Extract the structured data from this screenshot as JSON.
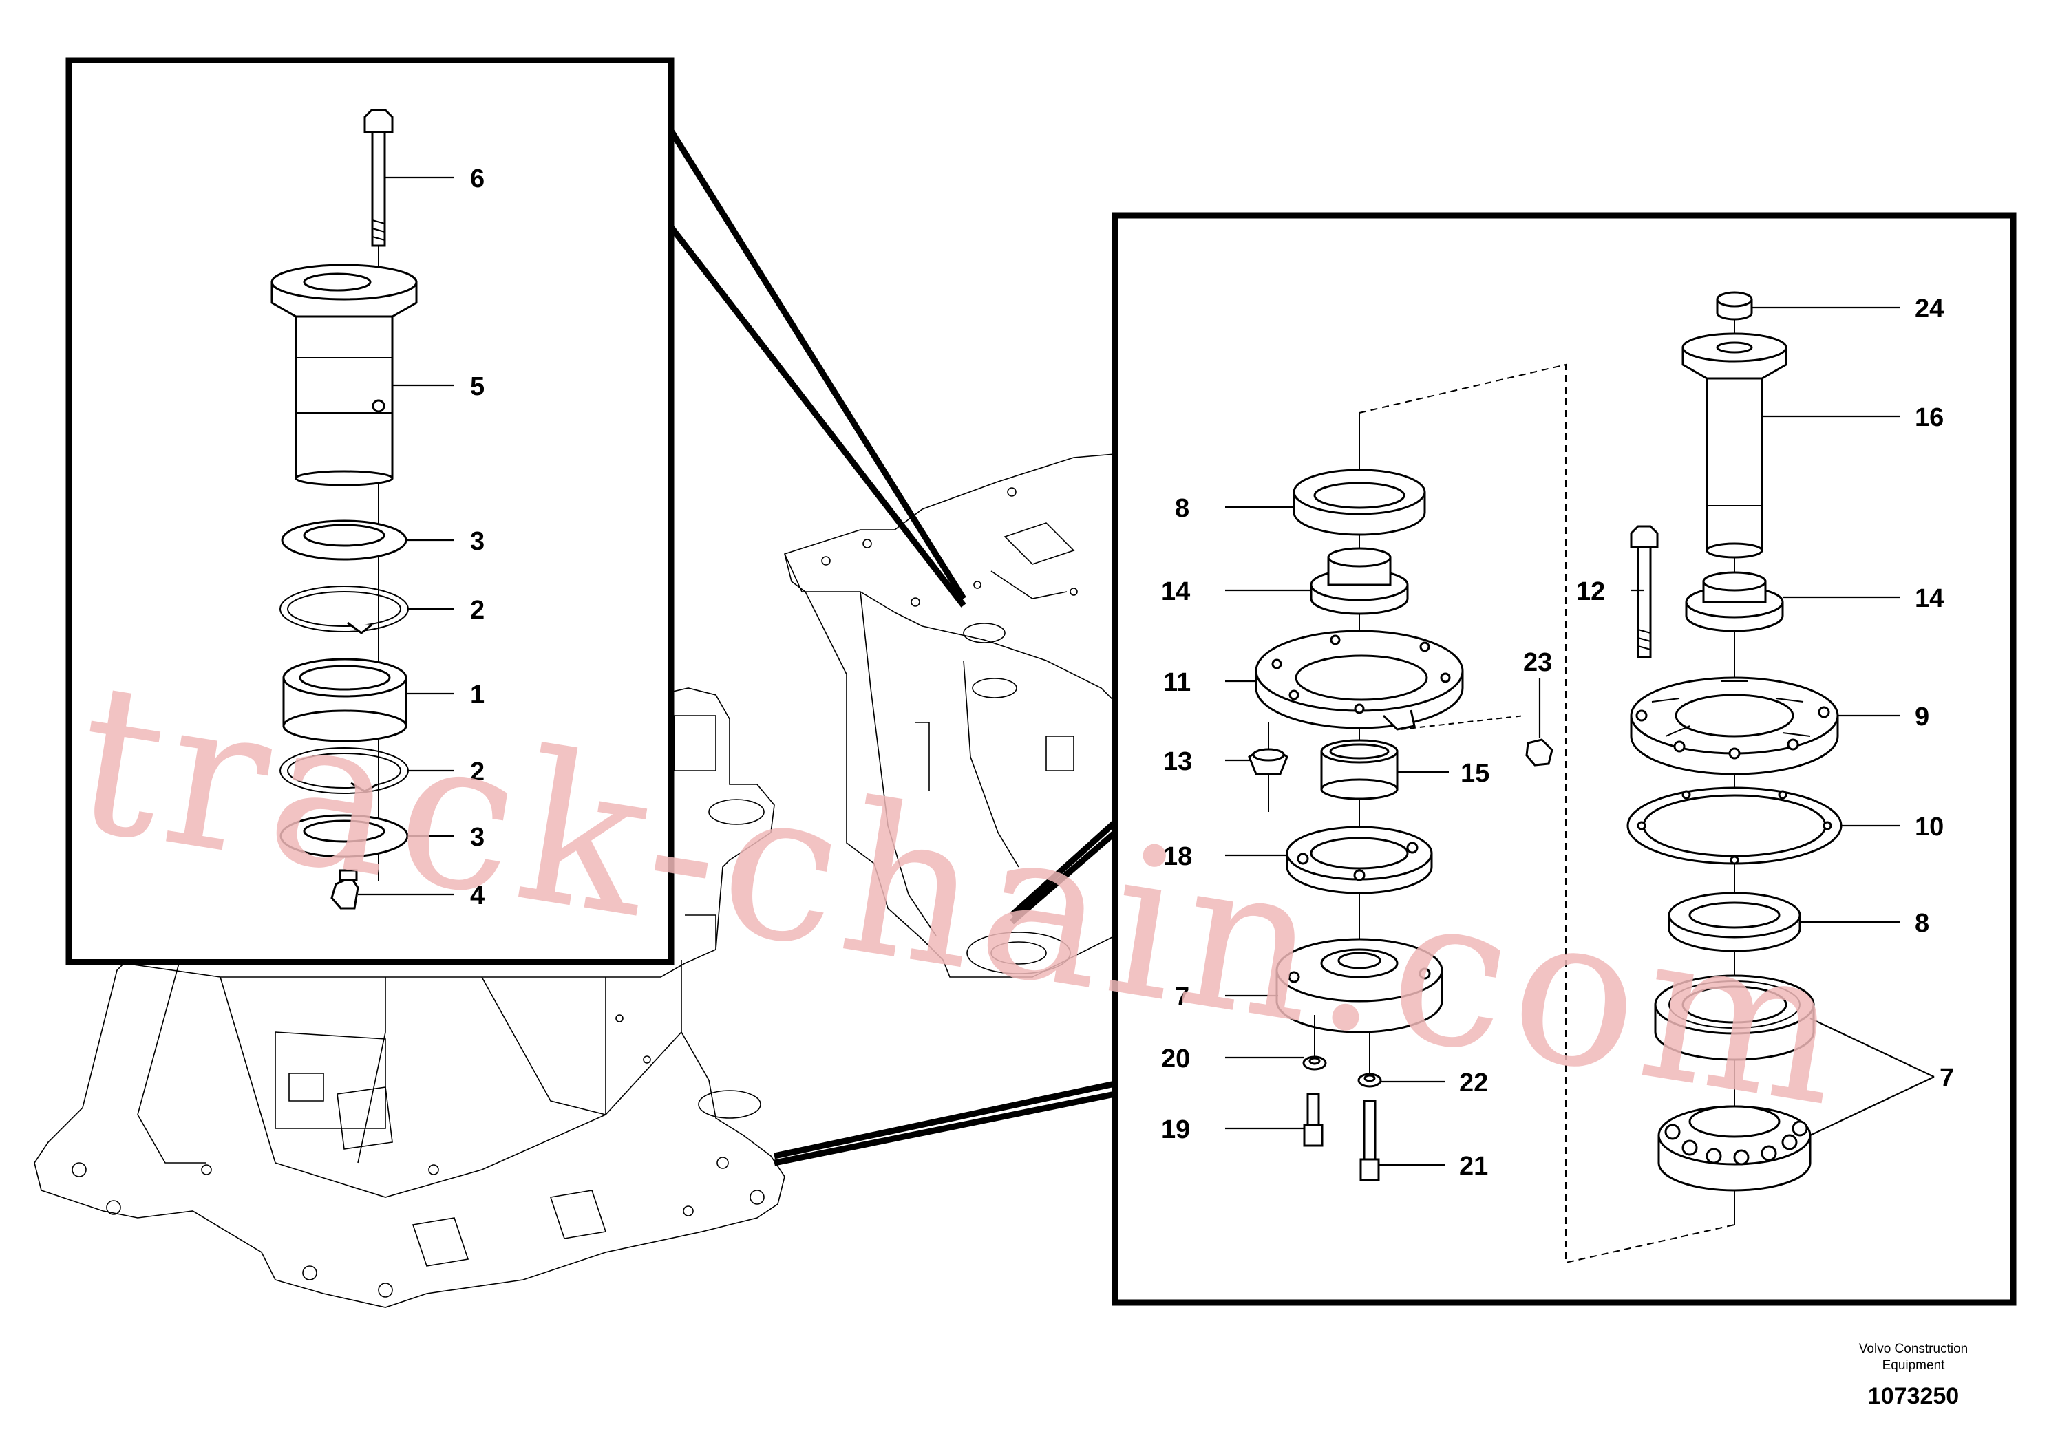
{
  "callouts": {
    "left": [
      "6",
      "5",
      "3",
      "2",
      "1",
      "2",
      "3",
      "4"
    ],
    "mid": [
      "8",
      "14",
      "11",
      "13",
      "15",
      "18",
      "7",
      "20",
      "22",
      "19",
      "21",
      "23"
    ],
    "right": [
      "24",
      "16",
      "12",
      "14",
      "9",
      "10",
      "8",
      "7"
    ]
  },
  "caption": {
    "company_line1": "Volvo Construction",
    "company_line2": "Equipment",
    "document_number": "1073250"
  },
  "watermark": "track-chain.com"
}
